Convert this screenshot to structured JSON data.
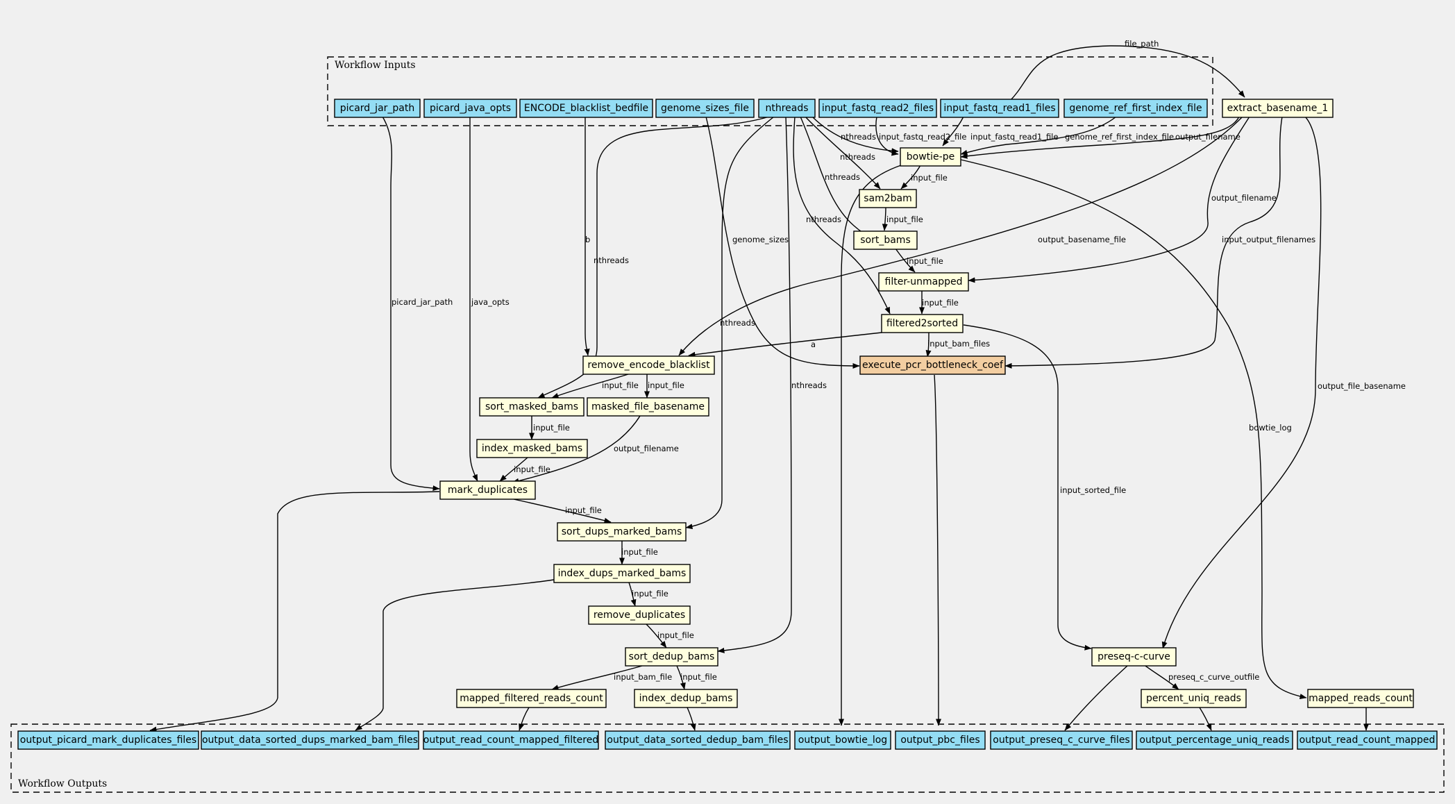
{
  "clusters": {
    "inputs_label": "Workflow Inputs",
    "outputs_label": "Workflow Outputs"
  },
  "nodes": {
    "picard_jar_path": "picard_jar_path",
    "picard_java_opts": "picard_java_opts",
    "encode_blacklist_bedfile": "ENCODE_blacklist_bedfile",
    "genome_sizes_file": "genome_sizes_file",
    "nthreads": "nthreads",
    "input_fastq_read2_files": "input_fastq_read2_files",
    "input_fastq_read1_files": "input_fastq_read1_files",
    "genome_ref_first_index_file": "genome_ref_first_index_file",
    "extract_basename_1": "extract_basename_1",
    "bowtie_pe": "bowtie-pe",
    "sam2bam": "sam2bam",
    "sort_bams": "sort_bams",
    "filter_unmapped": "filter-unmapped",
    "filtered2sorted": "filtered2sorted",
    "remove_encode_blacklist": "remove_encode_blacklist",
    "execute_pcr_bottleneck_coef": "execute_pcr_bottleneck_coef",
    "sort_masked_bams": "sort_masked_bams",
    "masked_file_basename": "masked_file_basename",
    "index_masked_bams": "index_masked_bams",
    "mark_duplicates": "mark_duplicates",
    "sort_dups_marked_bams": "sort_dups_marked_bams",
    "index_dups_marked_bams": "index_dups_marked_bams",
    "remove_duplicates": "remove_duplicates",
    "sort_dedup_bams": "sort_dedup_bams",
    "mapped_filtered_reads_count": "mapped_filtered_reads_count",
    "index_dedup_bams": "index_dedup_bams",
    "preseq_c_curve": "preseq-c-curve",
    "percent_uniq_reads": "percent_uniq_reads",
    "mapped_reads_count": "mapped_reads_count",
    "output_picard_mark_duplicates_files": "output_picard_mark_duplicates_files",
    "output_data_sorted_dups_marked_bam_files": "output_data_sorted_dups_marked_bam_files",
    "output_read_count_mapped_filtered": "output_read_count_mapped_filtered",
    "output_data_sorted_dedup_bam_files": "output_data_sorted_dedup_bam_files",
    "output_bowtie_log": "output_bowtie_log",
    "output_pbc_files": "output_pbc_files",
    "output_preseq_c_curve_files": "output_preseq_c_curve_files",
    "output_percentage_uniq_reads": "output_percentage_uniq_reads",
    "output_read_count_mapped": "output_read_count_mapped"
  },
  "edge_labels": {
    "file_path": "file_path",
    "nthreads": "nthreads",
    "input_fastq_read2_file": "input_fastq_read2_file",
    "input_fastq_read1_file": "input_fastq_read1_file",
    "genome_ref_first_index_file": "genome_ref_first_index_file",
    "output_filename": "output_filename",
    "input_file": "input_file",
    "output_basename_file": "output_basename_file",
    "input_output_filenames": "input_output_filenames",
    "genome_sizes": "genome_sizes",
    "b": "b",
    "a": "a",
    "picard_jar_path": "picard_jar_path",
    "java_opts": "java_opts",
    "input_bam_files": "input_bam_files",
    "output_file_basename": "output_file_basename",
    "bowtie_log": "bowtie_log",
    "input_sorted_file": "input_sorted_file",
    "input_bam_file": "input_bam_file",
    "preseq_c_curve_outfile": "preseq_c_curve_outfile"
  }
}
